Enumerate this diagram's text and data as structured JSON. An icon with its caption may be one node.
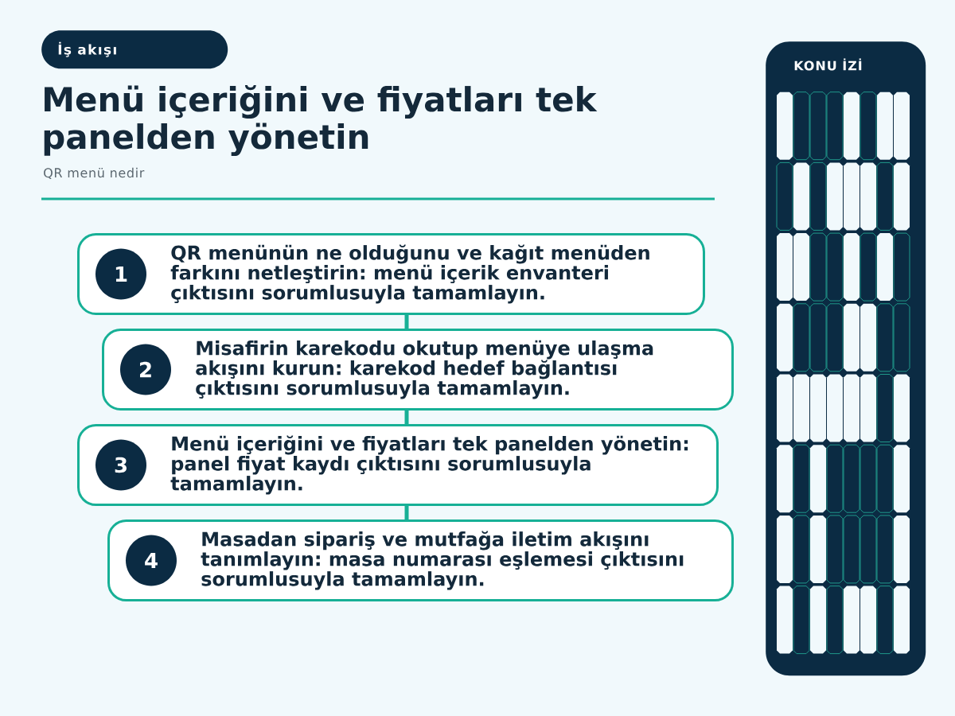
{
  "diagram": {
    "title": "Menü içeriğini ve fiyatları tek panelden yönetin",
    "nodes": [
      {
        "text": [
          "İş akışı"
        ]
      },
      {
        "text": [
          "QR menünün ne olduğunu ve kağıt menüden farkını netleştirin: menü içerik envanteri çıktısını sorumlusuyla tamamlayın."
        ]
      },
      {
        "text": [
          "1"
        ],
        "in": 1
      },
      {
        "text": [
          "Misafirin karekodu okutup menüye ulaşma akışını kurun: karekod hedef bağlantısı çıktısını sorumlusuyla tamamlayın."
        ]
      },
      {
        "text": [
          "2"
        ],
        "in": 3
      },
      {
        "text": [
          "Menü içeriğini ve fiyatları tek panelden yönetin: panel fiyat kaydı çıktısını sorumlusuyla tamamlayın."
        ]
      },
      {
        "text": [
          "3"
        ],
        "in": 5
      },
      {
        "text": [
          "Masadan sipariş ve mutfağa iletim akışını tanımlayın: masa numarası eşlemesi çıktısını sorumlusuyla tamamlayın."
        ]
      },
      {
        "text": [
          "4"
        ],
        "in": 7
      },
      {
        "text": [
          "KONU İZİ"
        ]
      }
    ],
    "edges": [
      {
        "from": 1,
        "to": 3,
        "arrow": "none"
      },
      {
        "from": 3,
        "to": 5,
        "arrow": "none"
      },
      {
        "from": 5,
        "to": 7,
        "arrow": "none"
      }
    ],
    "labels": [
      "QR menü nedir"
    ]
  }
}
